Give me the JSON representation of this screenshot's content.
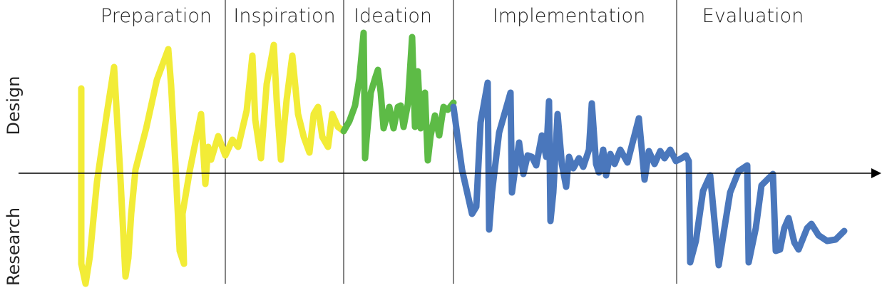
{
  "phases": [
    {
      "label": "Preparation"
    },
    {
      "label": "Inspiration"
    },
    {
      "label": "Ideation"
    },
    {
      "label": "Implementation"
    },
    {
      "label": "Evaluation"
    }
  ],
  "axis": {
    "upper_label": "Design",
    "lower_label": "Research"
  },
  "colors": {
    "yellow": "#F2EC37",
    "green": "#5DBB46",
    "blue": "#4A77BC",
    "axis": "#000000"
  }
}
